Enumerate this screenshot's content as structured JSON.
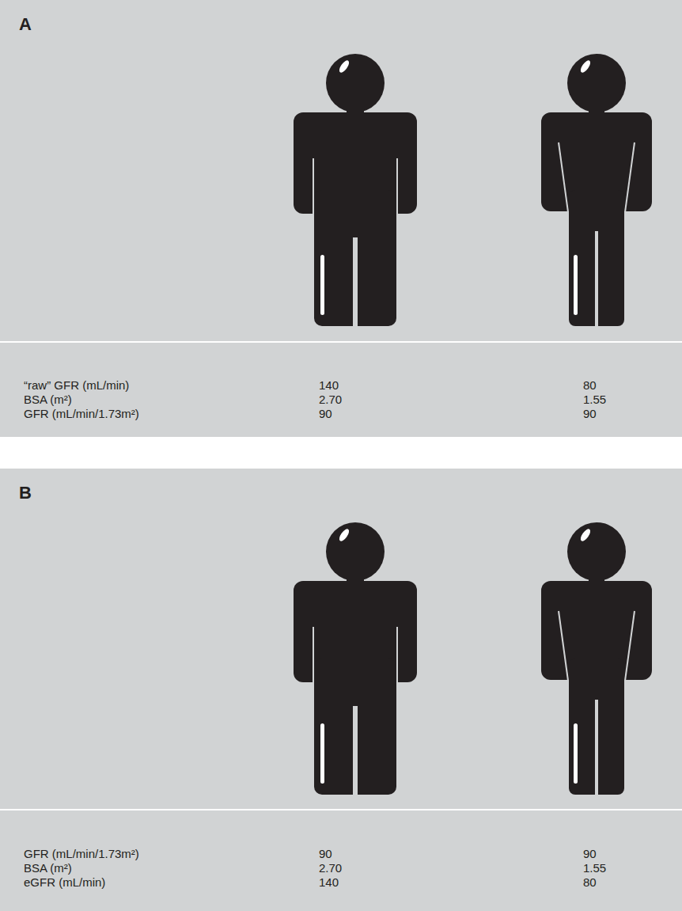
{
  "diagram": {
    "nodes": [
      {
        "text": [
          "A"
        ]
      },
      {
        "text": [
          "B"
        ]
      }
    ],
    "labels": [
      "“raw” GFR (mL/min)",
      "140",
      "80",
      "BSA (m²)",
      "2.70",
      "1.55",
      "GFR (mL/min/1.73m²)",
      "90",
      "90",
      "GFR (mL/min/1.73m²)",
      "90",
      "90",
      "BSA (m²)",
      "2.70",
      "1.55",
      "eGFR (mL/min)",
      "140",
      "80"
    ]
  }
}
